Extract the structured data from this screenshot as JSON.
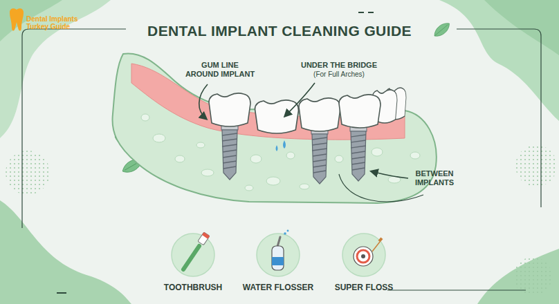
{
  "diagram": {
    "title": "DENTAL IMPLANT CLEANING GUIDE",
    "nodes": [
      {
        "text": [
          "TOOTHBRUSH"
        ]
      },
      {
        "text": [
          "WATER FLOSSER"
        ]
      },
      {
        "text": [
          "SUPER FLOSS"
        ]
      }
    ],
    "labels": [
      "Dental Implants Turkey Guide",
      "GUM LINE AROUND IMPLANT",
      "UNDER THE BRIDGE",
      "(For Full Arches)",
      "BETWEEN IMPLANTS"
    ]
  }
}
